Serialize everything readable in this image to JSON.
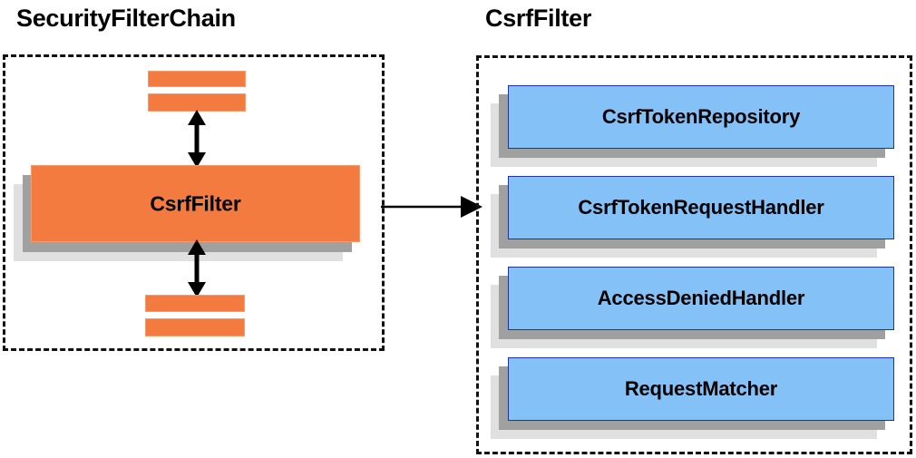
{
  "diagram": {
    "type": "component-relationship-diagram",
    "background_color": "#ffffff",
    "panels": [
      {
        "id": "security-filter-chain",
        "title": "SecurityFilterChain",
        "border_style": "dashed",
        "border_color": "#111111",
        "nodes": [
          {
            "id": "slab-top-1",
            "label": "",
            "shape": "slab",
            "color": "#f47b3f"
          },
          {
            "id": "slab-top-2",
            "label": "",
            "shape": "slab",
            "color": "#f47b3f"
          },
          {
            "id": "csrf-filter",
            "label": "CsrfFilter",
            "shape": "stacked-box",
            "color": "#f47b3f"
          },
          {
            "id": "slab-bottom-1",
            "label": "",
            "shape": "slab",
            "color": "#f47b3f"
          },
          {
            "id": "slab-bottom-2",
            "label": "",
            "shape": "slab",
            "color": "#f47b3f"
          }
        ],
        "connectors": [
          {
            "from": "slab-top-2",
            "to": "csrf-filter",
            "style": "double-headed-vertical"
          },
          {
            "from": "csrf-filter",
            "to": "slab-bottom-1",
            "style": "double-headed-vertical"
          }
        ]
      },
      {
        "id": "csrf-filter-detail",
        "title": "CsrfFilter",
        "border_style": "dashed",
        "border_color": "#111111",
        "nodes": [
          {
            "id": "csrf-token-repository",
            "label": "CsrfTokenRepository",
            "shape": "stacked-box",
            "color": "#84c1f7"
          },
          {
            "id": "csrf-token-request-handler",
            "label": "CsrfTokenRequestHandler",
            "shape": "stacked-box",
            "color": "#84c1f7"
          },
          {
            "id": "access-denied-handler",
            "label": "AccessDeniedHandler",
            "shape": "stacked-box",
            "color": "#84c1f7"
          },
          {
            "id": "request-matcher",
            "label": "RequestMatcher",
            "shape": "stacked-box",
            "color": "#84c1f7"
          }
        ]
      }
    ],
    "cross_panel_connector": {
      "from": "csrf-filter",
      "to": "csrf-filter-detail",
      "style": "single-headed-horizontal",
      "color": "#000000"
    },
    "colors": {
      "orange_fill": "#f47b3f",
      "orange_border": "#f79b6d",
      "blue_fill": "#84c1f7",
      "blue_border": "#1c359c",
      "shadow_dark": "#a0a0a0",
      "shadow_light": "#e0e0e0",
      "text": "#000000"
    }
  }
}
